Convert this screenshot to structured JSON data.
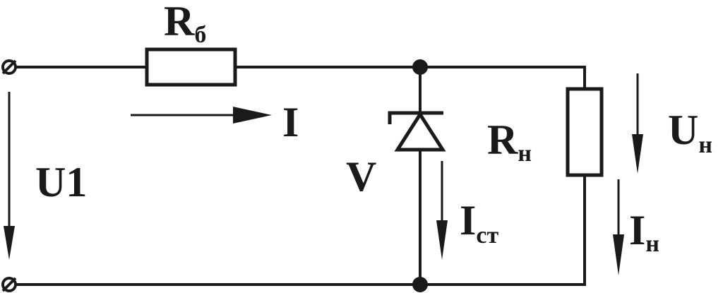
{
  "labels": {
    "rb_main": "R",
    "rb_sub": "б",
    "current_main": "I",
    "u1": "U1",
    "v": "V",
    "rn_main": "R",
    "rn_sub": "н",
    "un_main": "U",
    "un_sub": "н",
    "ist_main": "I",
    "ist_sub": "ст",
    "in_main": "I",
    "in_sub": "н"
  },
  "colors": {
    "stroke": "#1a1a1a",
    "background": "#ffffff"
  }
}
